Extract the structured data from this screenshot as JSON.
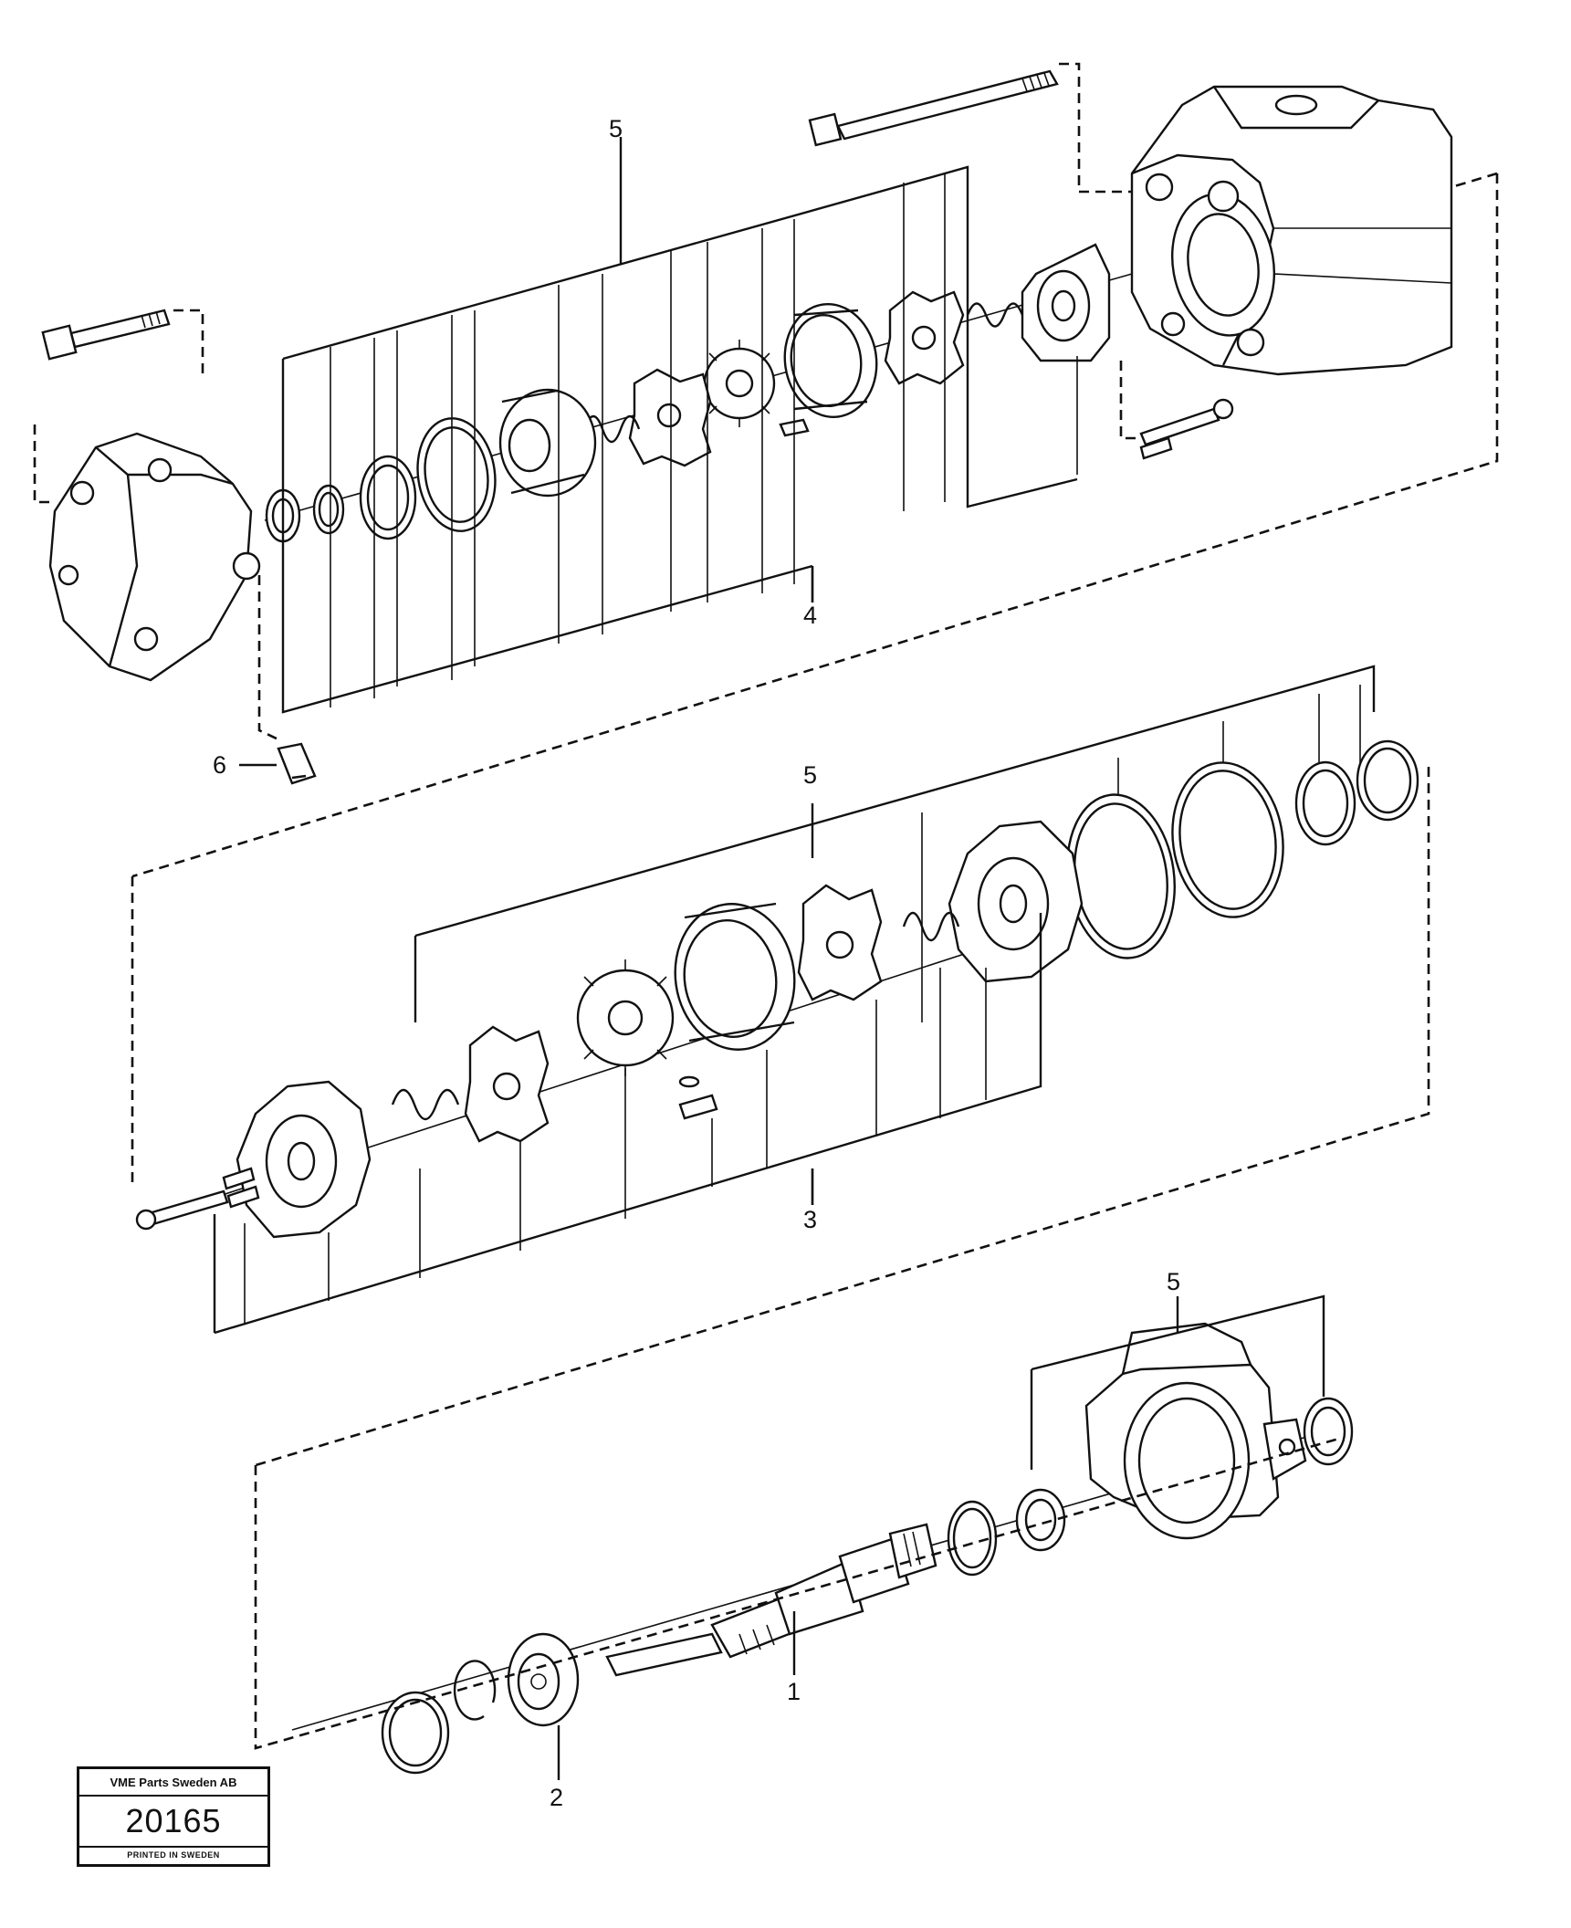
{
  "callouts": {
    "c1": "1",
    "c2": "2",
    "c3": "3",
    "c4": "4",
    "c5a": "5",
    "c5b": "5",
    "c5c": "5",
    "c6": "6"
  },
  "stamp": {
    "company": "VME Parts Sweden AB",
    "number": "20165",
    "printed": "PRINTED IN SWEDEN"
  }
}
